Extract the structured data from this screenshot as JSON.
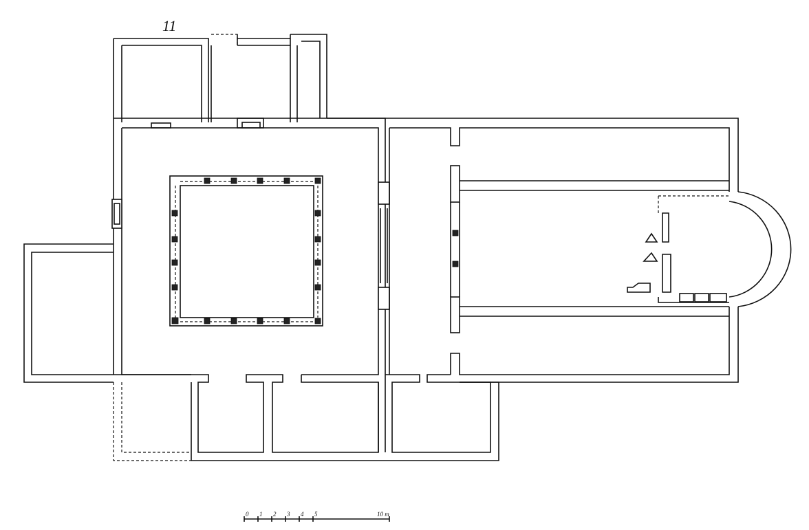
{
  "figure": {
    "number": "11",
    "colors": {
      "ink": "#111111",
      "paper": "#ffffff"
    }
  },
  "scale_bar": {
    "ticks": [
      "0",
      "1",
      "2",
      "3",
      "4",
      "5"
    ],
    "end_label": "10 m"
  }
}
